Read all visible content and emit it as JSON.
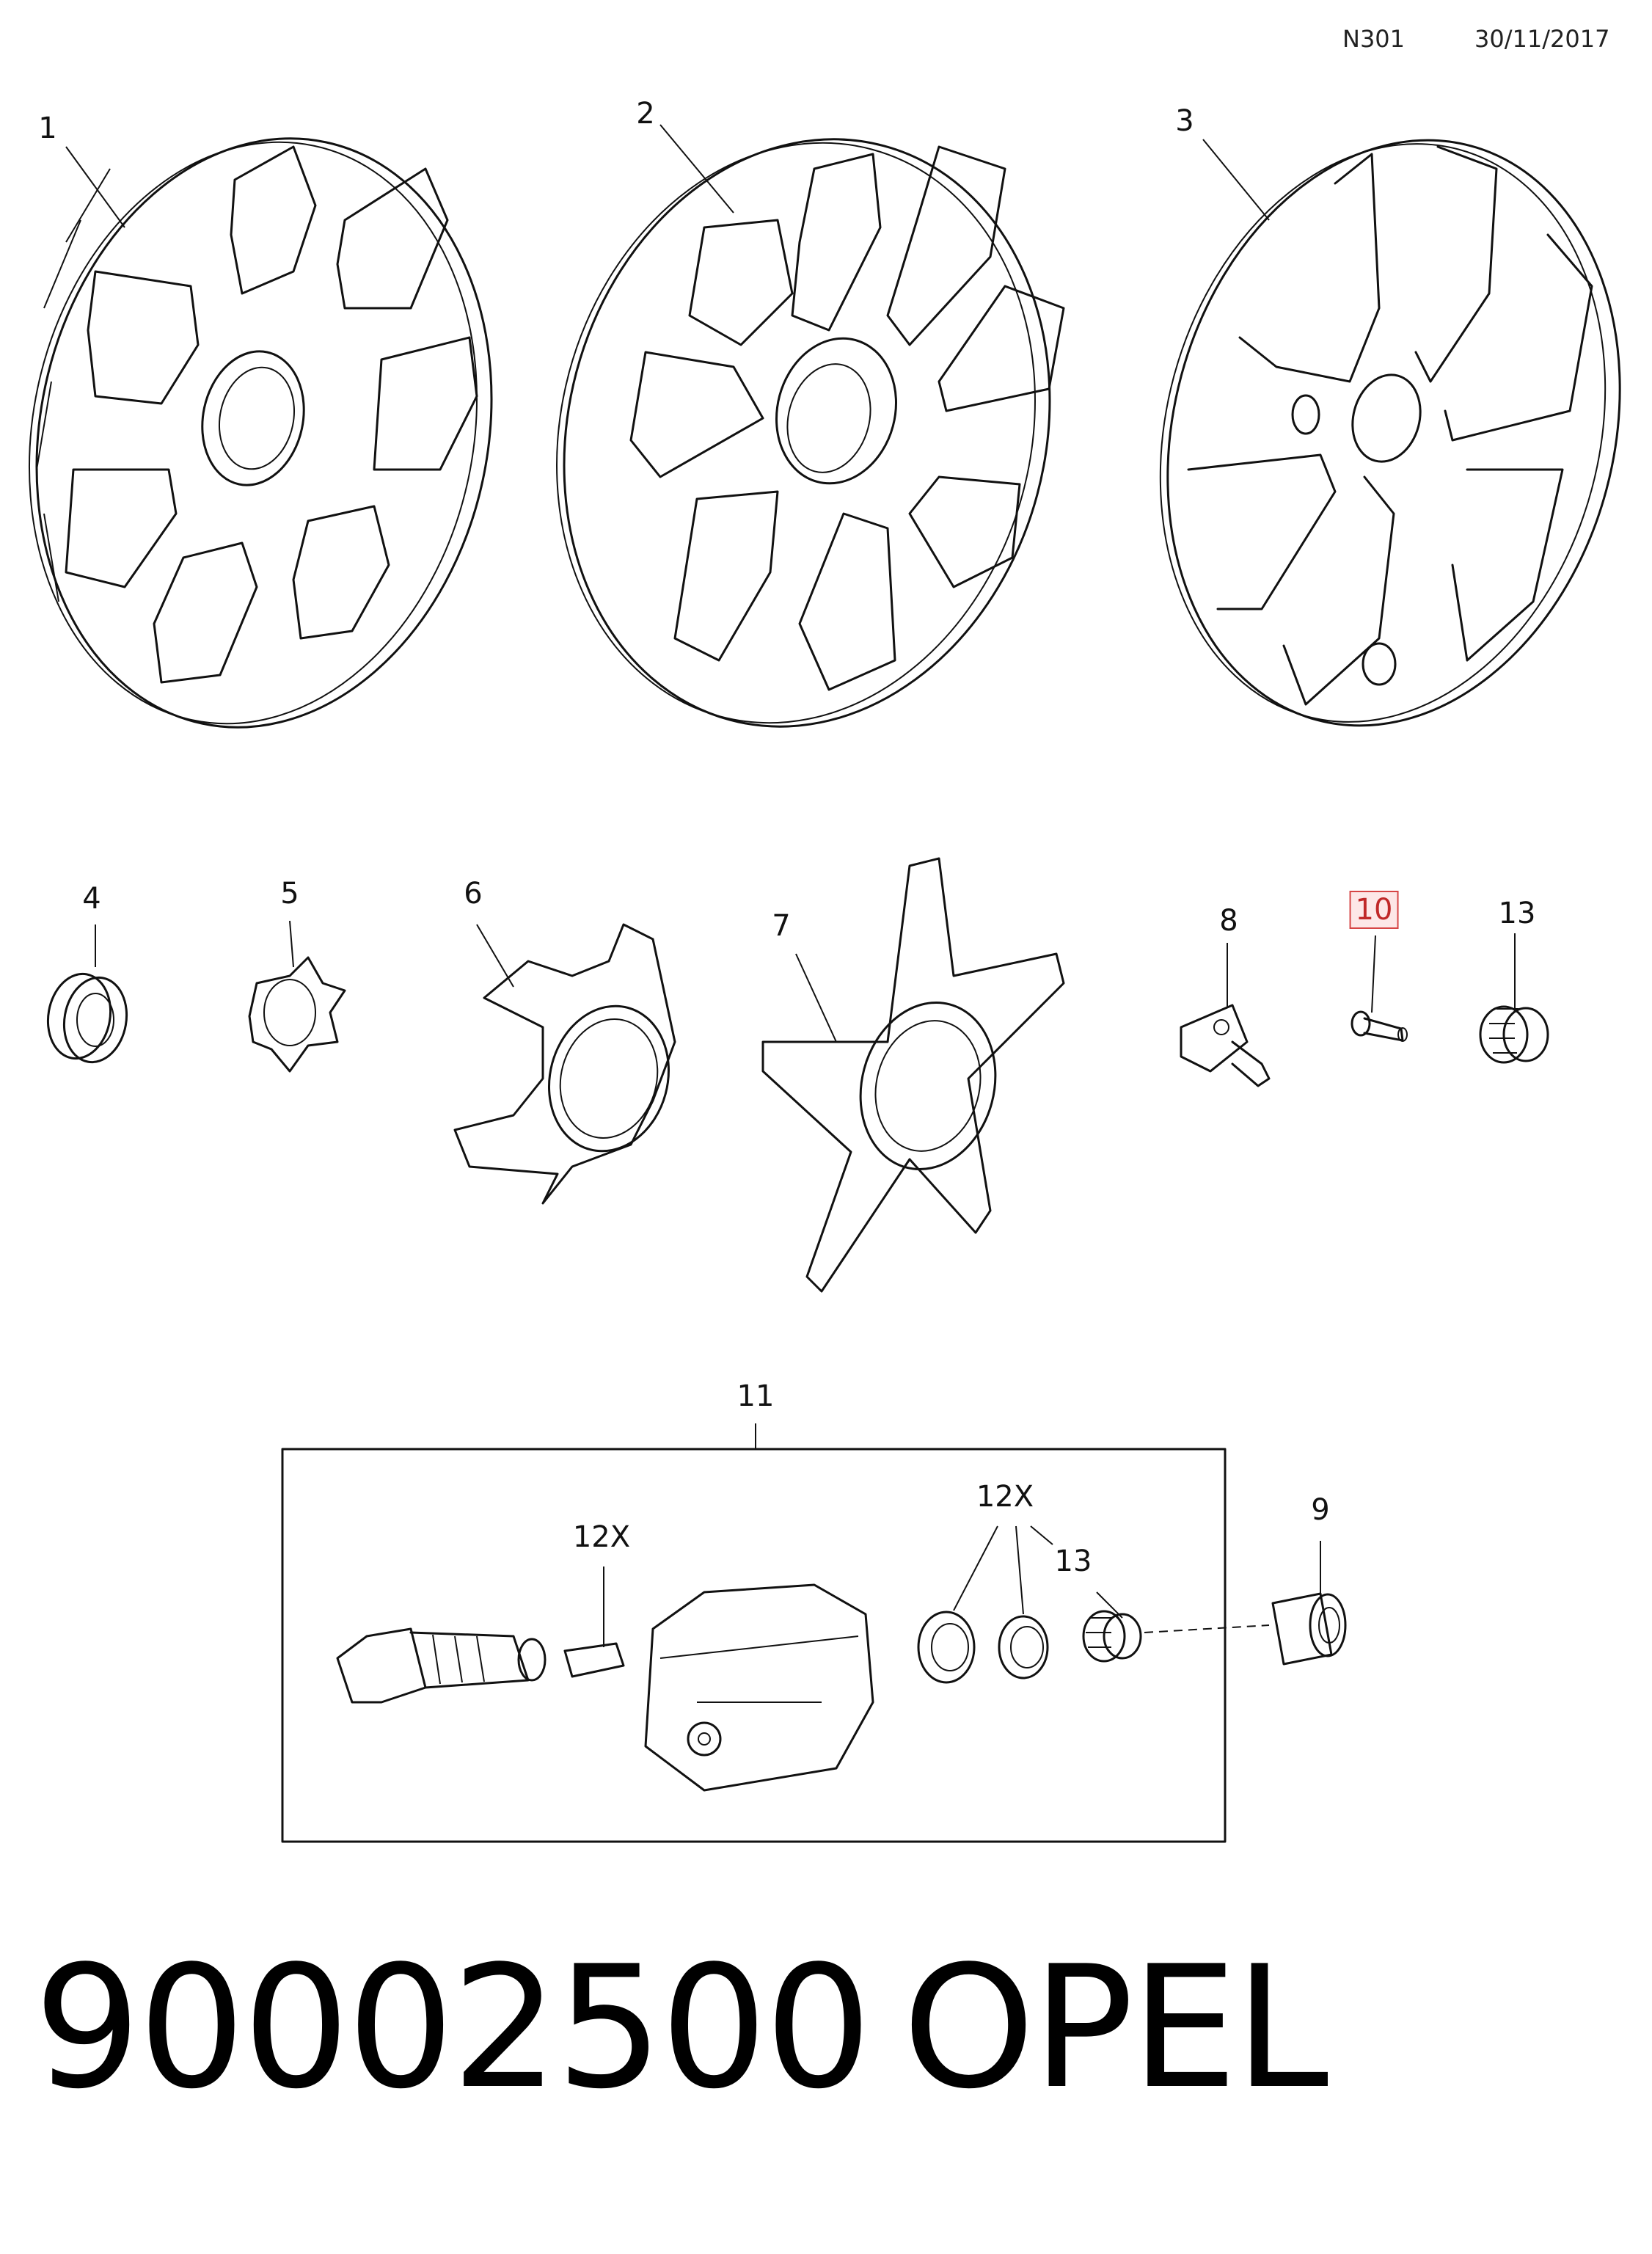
{
  "header": {
    "code": "N301",
    "date": "30/11/2017"
  },
  "callouts": {
    "c1": "1",
    "c2": "2",
    "c3": "3",
    "c4": "4",
    "c5": "5",
    "c6": "6",
    "c7": "7",
    "c8": "8",
    "c10": "10",
    "c13": "13",
    "c11": "11",
    "c9": "9",
    "c12x_a": "12X",
    "c12x_b": "12X",
    "c13b": "13"
  },
  "highlighted_callout": "10",
  "footer": {
    "part_number": "90002500",
    "brand": "OPEL"
  },
  "colors": {
    "highlight_border": "#d64545",
    "highlight_fill": "#fde7e7",
    "line": "#111111"
  }
}
